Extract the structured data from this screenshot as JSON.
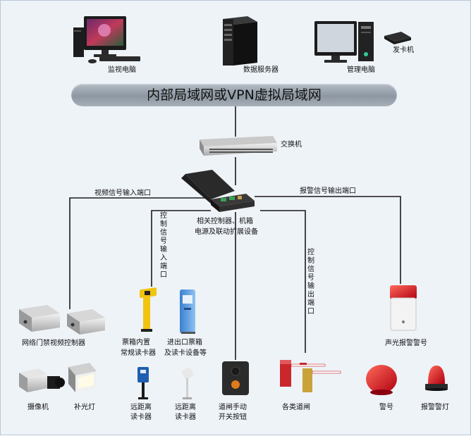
{
  "network_label": "内部局域网或VPN虚拟局域网",
  "top": {
    "monitor_pc": "监视电脑",
    "data_server": "数据服务器",
    "management_pc": "管理电脑",
    "card_issuer": "发卡机"
  },
  "switch_label": "交换机",
  "controller_label": [
    "相关控制器、机箱",
    "电源及联动扩展设备"
  ],
  "ports": {
    "video_in": "视频信号输入端口",
    "alarm_out": "报警信号输出端口",
    "control_in": "控制信号输入端口",
    "control_out": "控制信号输出端口"
  },
  "middle": {
    "video_controller": "网络门禁视频控制器",
    "ticket_box": [
      "票箱内置",
      "常规读卡器"
    ],
    "entry_exit": [
      "进出口票箱",
      "及读卡设备等"
    ],
    "sound_light_alarm": "声光报警警号"
  },
  "bottom": {
    "camera": "摄像机",
    "fill_light": "补光灯",
    "long_range_1": [
      "远距离",
      "读卡器"
    ],
    "long_range_2": [
      "远距离",
      "读卡器"
    ],
    "manual_switch": [
      "道闸手动",
      "开关按钮"
    ],
    "barriers": "各类道闸",
    "siren": "警号",
    "alarm_lamp": "报警警灯"
  }
}
